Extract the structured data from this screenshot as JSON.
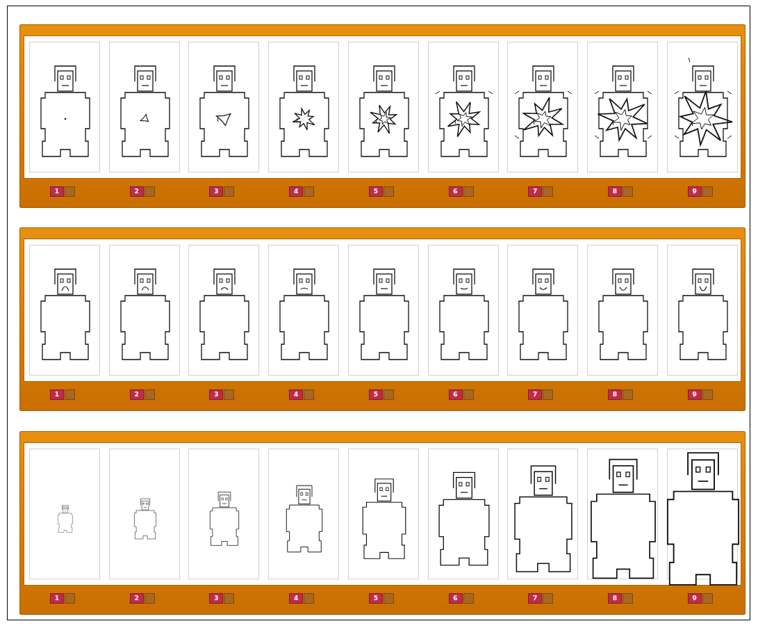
{
  "diagram": {
    "labels": [
      "1",
      "2",
      "3",
      "4",
      "5",
      "6",
      "7",
      "8",
      "9",
      "1",
      "2",
      "3",
      "4",
      "5",
      "6",
      "7",
      "8",
      "9",
      "1",
      "2",
      "3",
      "4",
      "5",
      "6",
      "7",
      "8",
      "9"
    ]
  }
}
